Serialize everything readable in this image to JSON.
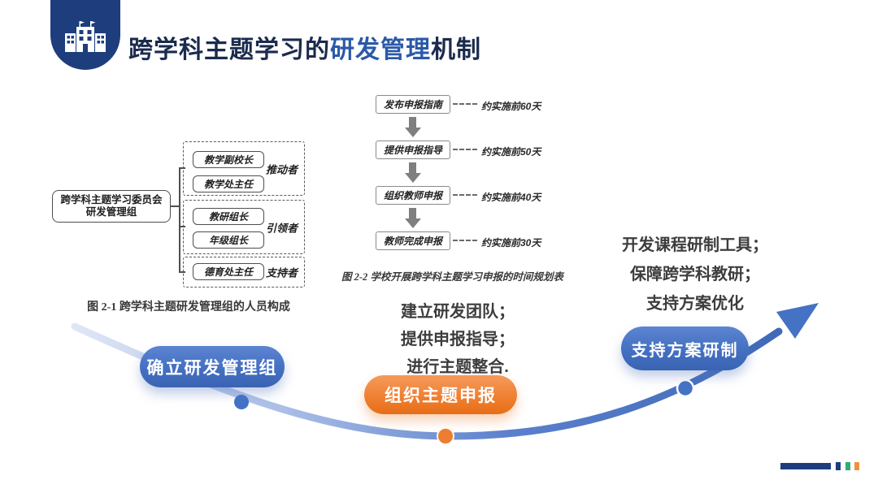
{
  "header": {
    "title_prefix": "跨学科主题学习的",
    "title_highlight": "研发管理",
    "title_suffix": "机制",
    "brand_icon": "school-building-icon"
  },
  "org_chart": {
    "root_line1": "跨学科主题学习委员会",
    "root_line2": "研发管理组",
    "groups": [
      {
        "members": [
          "教学副校长",
          "教学处主任"
        ],
        "role": "推动者"
      },
      {
        "members": [
          "教研组长",
          "年级组长"
        ],
        "role": "引领者"
      },
      {
        "members": [
          "德育处主任"
        ],
        "role": "支持者"
      }
    ],
    "caption": "图 2-1 跨学科主题研发管理组的人员构成"
  },
  "timeline": {
    "steps": [
      {
        "label": "发布申报指南",
        "time": "约实施前60天"
      },
      {
        "label": "提供申报指导",
        "time": "约实施前50天"
      },
      {
        "label": "组织教师申报",
        "time": "约实施前40天"
      },
      {
        "label": "教师完成申报",
        "time": "约实施前30天"
      }
    ],
    "caption": "图 2-2 学校开展跨学科主题学习申报的时间规划表"
  },
  "notes_middle": {
    "lines": [
      "建立研发团队；",
      "提供申报指导；",
      "进行主题整合."
    ]
  },
  "notes_right": {
    "lines": [
      "开发课程研制工具；",
      "保障跨学科教研；",
      "支持方案优化"
    ]
  },
  "process": {
    "stages": [
      {
        "label": "确立研发管理组",
        "color": "#4472c4"
      },
      {
        "label": "组织主题申报",
        "color": "#ed7d31"
      },
      {
        "label": "支持方案研制",
        "color": "#4472c4"
      }
    ]
  },
  "colors": {
    "navy": "#1e3d7d",
    "title_dark": "#1b2b4d",
    "title_blue": "#2b59a8",
    "stage_blue": "#4472c4",
    "stage_orange": "#ed7d31",
    "deco_green": "#2fae70",
    "deco_orange": "#f0903f"
  }
}
